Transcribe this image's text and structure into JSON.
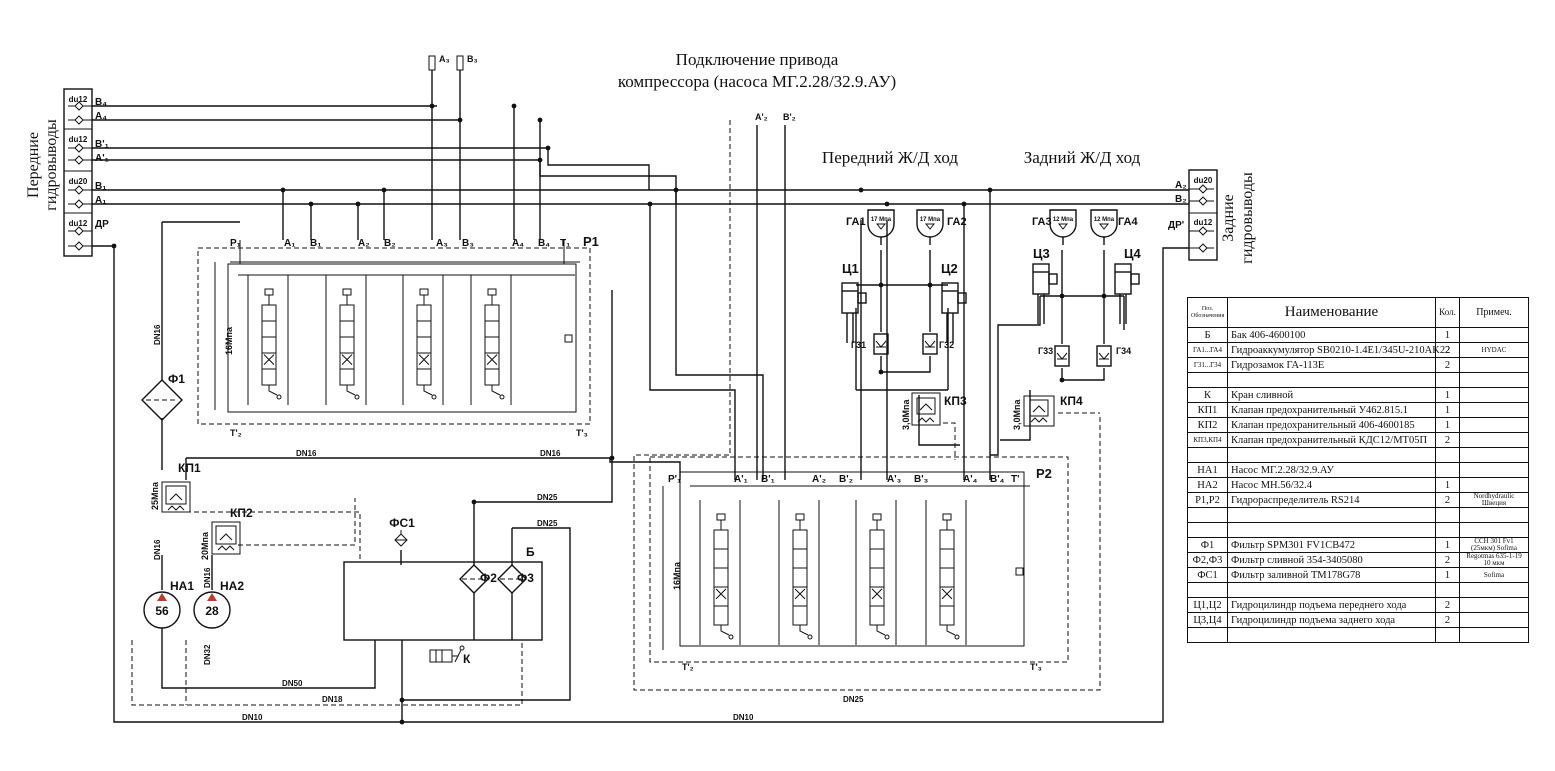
{
  "titles": {
    "compressor_line1": "Подключение привода",
    "compressor_line2": "компрессора (насоса МГ.2.28/32.9.АУ)",
    "front_rail": "Передний Ж/Д ход",
    "rear_rail": "Задний Ж/Д ход",
    "front_drives_line1": "Передние",
    "front_drives_line2": "гидровыводы",
    "rear_drives_line1": "Задние",
    "rear_drives_line2": "гидровыводы"
  },
  "left_ports": [
    {
      "size": "du12",
      "l1": "B₄",
      "l2": "A₄"
    },
    {
      "size": "du12",
      "l1": "B'₁",
      "l2": "A'₁"
    },
    {
      "size": "du20",
      "l1": "B₁",
      "l2": "A₁"
    },
    {
      "size": "du12",
      "l1": "ДР",
      "l2": ""
    }
  ],
  "right_ports": [
    {
      "size": "du20",
      "l1": "A₂",
      "l2": "B₂"
    },
    {
      "size": "du12",
      "l1": "ДР'",
      "l2": ""
    }
  ],
  "top_ports": [
    "A₃",
    "B₃"
  ],
  "mid_ports": [
    "A'₂",
    "B'₂"
  ],
  "p1": {
    "name": "P1",
    "ports": [
      "P₁",
      "A₁",
      "B₁",
      "A₂",
      "B₂",
      "A₃",
      "B₃",
      "A₄",
      "B₄",
      "T₁"
    ],
    "relief": "16Мпа",
    "tank_left": "T'₂",
    "tank_right": "T'₃"
  },
  "p2": {
    "name": "P2",
    "ports": [
      "P'₁",
      "A'₁",
      "B'₁",
      "A'₂",
      "B'₂",
      "A'₃",
      "B'₃",
      "A'₄",
      "B'₄",
      "T'"
    ],
    "relief": "16Мпа",
    "tank_left": "T'₂",
    "tank_right": "T'₃"
  },
  "components": {
    "f1": "Ф1",
    "kp1": "КП1",
    "kp1_p": "25Мпа",
    "kp2": "КП2",
    "kp2_p": "20Мпа",
    "ha1": "НА1",
    "ha1_v": "56",
    "ha2": "НА2",
    "ha2_v": "28",
    "fc1": "ФС1",
    "f2": "Ф2",
    "f3": "Ф3",
    "tank": "Б",
    "valve_k": "К",
    "kp3": "КП3",
    "kp3_p": "3,0Мпа",
    "kp4": "КП4",
    "kp4_p": "3,0Мпа",
    "ga1": "ГА1",
    "ga2": "ГА2",
    "ga3": "ГА3",
    "ga4": "ГА4",
    "ga12_p": "17 Мпа",
    "ga34_p": "12 Мпа",
    "c1": "Ц1",
    "c2": "Ц2",
    "c3": "Ц3",
    "c4": "Ц4",
    "g1": "Г31",
    "g2": "Г32",
    "g3": "Г33",
    "g4": "Г34"
  },
  "pipes": [
    "DN16",
    "DN16",
    "DN16",
    "DN25",
    "DN25",
    "DN16",
    "DN16",
    "DN32",
    "DN50",
    "DN18",
    "DN25",
    "DN10",
    "DN10"
  ],
  "spec": {
    "headers": [
      "Поз. Обозначения",
      "Наименование",
      "Кол.",
      "Примеч."
    ],
    "rows": [
      [
        "Б",
        "Бак 406-4600100",
        "1",
        ""
      ],
      [
        "ГА1...ГА4",
        "Гидроаккумулятор SB0210-1.4E1/345U-210AK22",
        "2",
        "HYDAC"
      ],
      [
        "Г31...Г34",
        "Гидрозамок ГА-113Е",
        "2",
        ""
      ],
      [
        "",
        "",
        "",
        ""
      ],
      [
        "К",
        "Кран сливной",
        "1",
        ""
      ],
      [
        "КП1",
        "Клапан предохранительный У462.815.1",
        "1",
        ""
      ],
      [
        "КП2",
        "Клапан предохранительный 406-4600185",
        "1",
        ""
      ],
      [
        "КП3,КП4",
        "Клапан предохранительный КДС12/МТ05П",
        "2",
        ""
      ],
      [
        "",
        "",
        "",
        ""
      ],
      [
        "НА1",
        "Насос МГ.2.28/32.9.АУ",
        "",
        ""
      ],
      [
        "НА2",
        "Насос МН.56/32.4",
        "1",
        ""
      ],
      [
        "Р1,Р2",
        "Гидрораспределитель RS214",
        "2",
        "Nordhydraulic Швеция"
      ],
      [
        "",
        "",
        "",
        ""
      ],
      [
        "",
        "",
        "",
        ""
      ],
      [
        "Ф1",
        "Фильтр SPM301 FV1CB472",
        "1",
        "CCH 301 Fv1 (25мкм) Sofima"
      ],
      [
        "Ф2,Ф3",
        "Фильтр сливной 354-3405080",
        "2",
        "Regotmas 635-1-19 10 мкм"
      ],
      [
        "ФС1",
        "Фильтр заливной ТМ178G78",
        "1",
        "Sofima"
      ],
      [
        "",
        "",
        "",
        ""
      ],
      [
        "Ц1,Ц2",
        "Гидроцилиндр подъема переднего хода",
        "2",
        ""
      ],
      [
        "Ц3,Ц4",
        "Гидроцилиндр подъема заднего хода",
        "2",
        ""
      ],
      [
        "",
        "",
        "",
        ""
      ]
    ]
  }
}
